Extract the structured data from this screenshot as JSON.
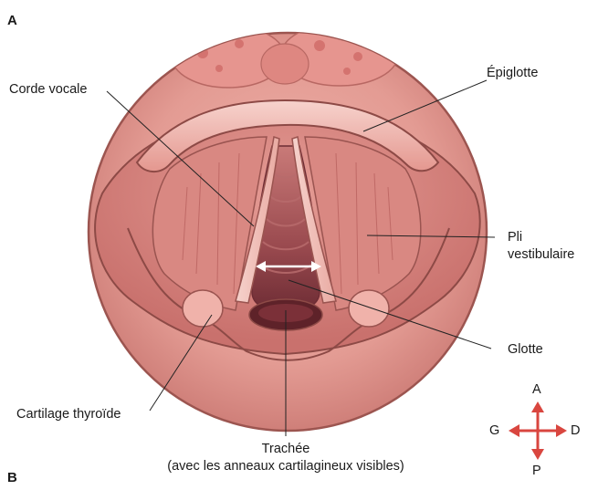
{
  "panels": {
    "top": "A",
    "bottom": "B"
  },
  "labels": {
    "corde_vocale": "Corde vocale",
    "epiglotte": "Épiglotte",
    "pli_vestibulaire_1": "Pli",
    "pli_vestibulaire_2": "vestibulaire",
    "glotte": "Glotte",
    "cartilage_thyroide": "Cartilage thyroïde",
    "trachee_1": "Trachée",
    "trachee_2": "(avec les anneaux cartilagineux visibles)"
  },
  "compass": {
    "up": "A",
    "down": "P",
    "left": "G",
    "right": "D",
    "color": "#d9463f"
  },
  "colors": {
    "tissue_outer": "#e8a29a",
    "tissue_mid": "#d98a84",
    "tissue_dark": "#b8615e",
    "fold_light": "#f3c6bf",
    "trachea": "#8e3f45",
    "outline": "#7a3a36"
  }
}
